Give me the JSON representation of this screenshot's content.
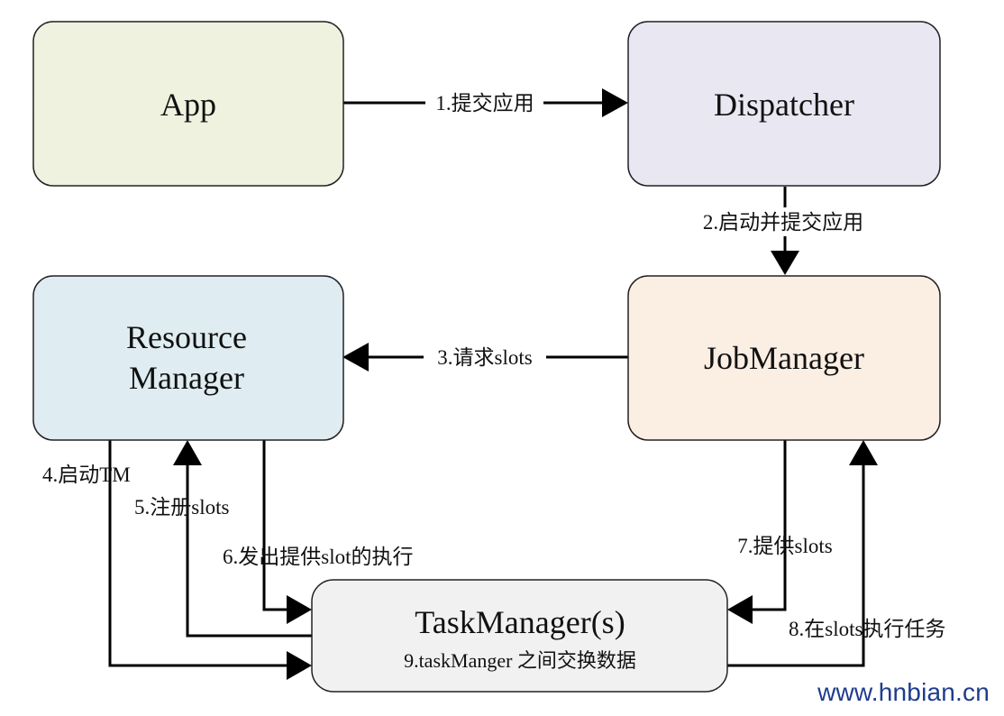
{
  "nodes": {
    "app": {
      "label": "App",
      "fill": "#eef2de"
    },
    "dispatcher": {
      "label": "Dispatcher",
      "fill": "#e9e7f1"
    },
    "resource_manager": {
      "label_line1": "Resource",
      "label_line2": "Manager",
      "fill": "#dfecf1"
    },
    "job_manager": {
      "label": "JobManager",
      "fill": "#fbeee3"
    },
    "task_manager": {
      "label": "TaskManager(s)",
      "sublabel": "9.taskManger 之间交换数据",
      "fill": "#f1f1f1"
    }
  },
  "edges": {
    "e1": "1.提交应用",
    "e2": "2.启动并提交应用",
    "e3": "3.请求slots",
    "e4": "4.启动TM",
    "e5": "5.注册slots",
    "e6": "6.发出提供slot的执行",
    "e7": "7.提供slots",
    "e8": "8.在slots执行任务"
  },
  "watermark": "www.hnbian.cn",
  "colors": {
    "stroke": "#222222",
    "arrow": "#000000",
    "watermark": "#1f3c8c"
  }
}
